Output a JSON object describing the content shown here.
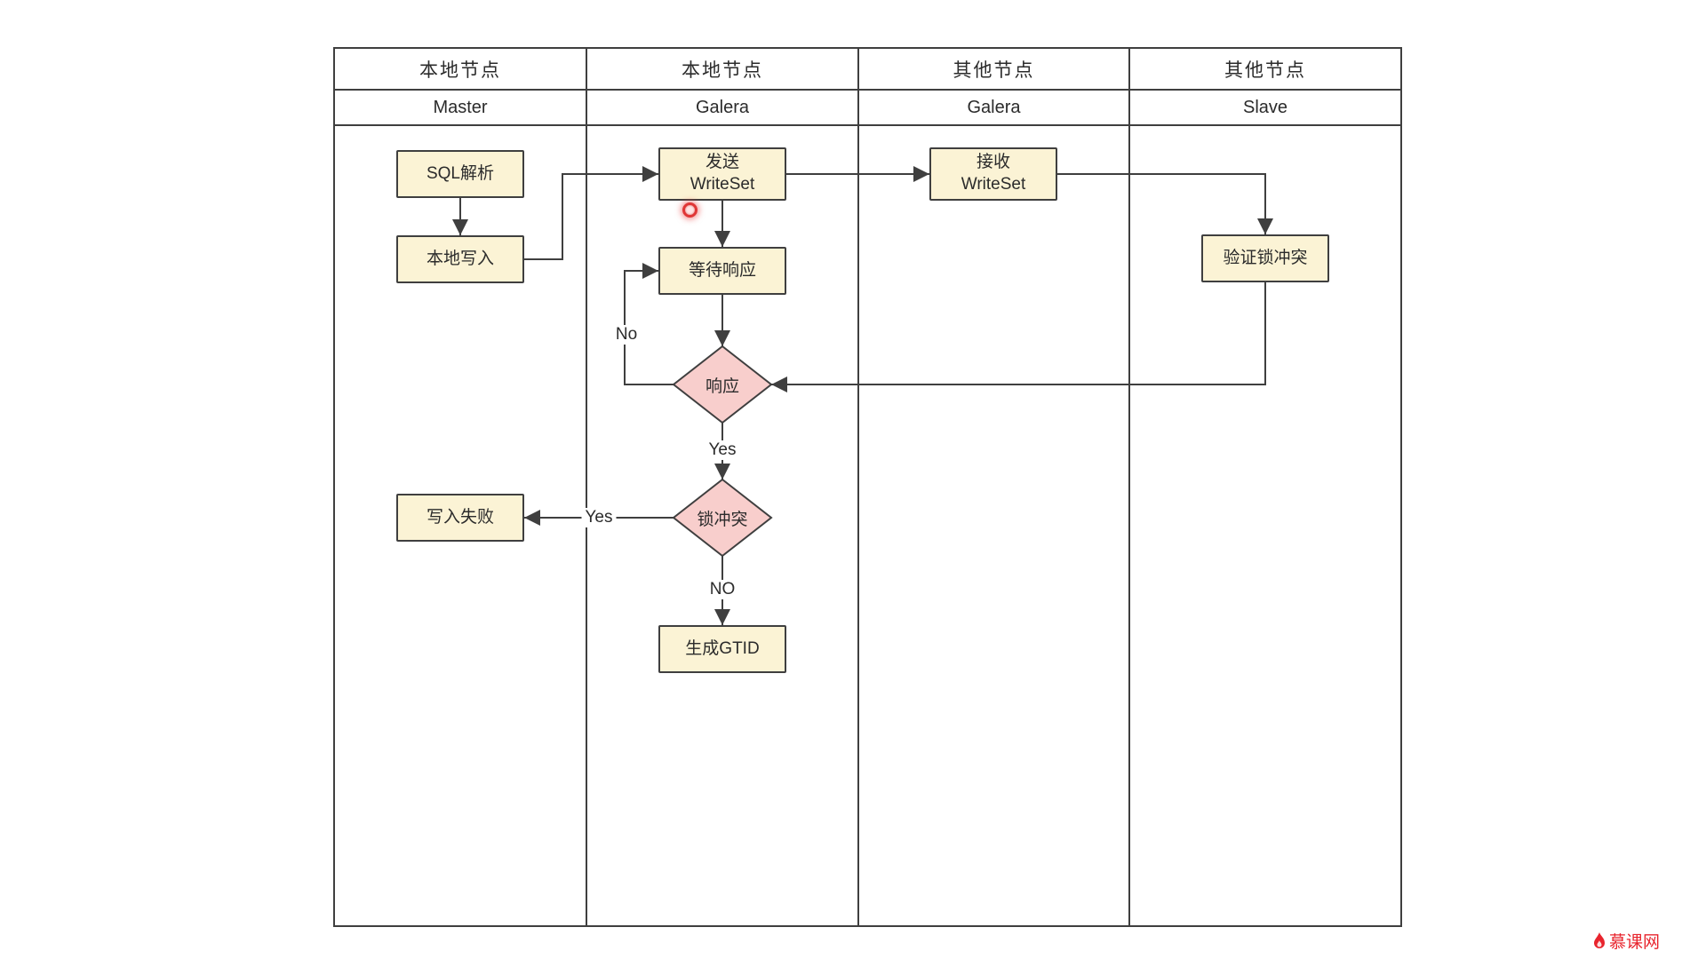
{
  "lanes": [
    {
      "group": "本地节点",
      "role": "Master"
    },
    {
      "group": "本地节点",
      "role": "Galera"
    },
    {
      "group": "其他节点",
      "role": "Galera"
    },
    {
      "group": "其他节点",
      "role": "Slave"
    }
  ],
  "nodes": {
    "sql_parse": "SQL解析",
    "local_write": "本地写入",
    "send_writeset": "发送\nWriteSet",
    "wait_response": "等待响应",
    "response": "响应",
    "lock_conflict": "锁冲突",
    "write_fail": "写入失败",
    "generate_gtid": "生成GTID",
    "receive_writeset": "接收\nWriteSet",
    "verify_lock_conflict": "验证锁冲突"
  },
  "edge_labels": {
    "response_no": "No",
    "response_yes": "Yes",
    "conflict_yes": "Yes",
    "conflict_no": "NO"
  },
  "colors": {
    "process_fill": "#fbf3d5",
    "decision_fill": "#f8cecc",
    "stroke": "#3f3f3f",
    "brand_red": "#e8242d"
  },
  "watermark": {
    "brand": "慕课网"
  }
}
